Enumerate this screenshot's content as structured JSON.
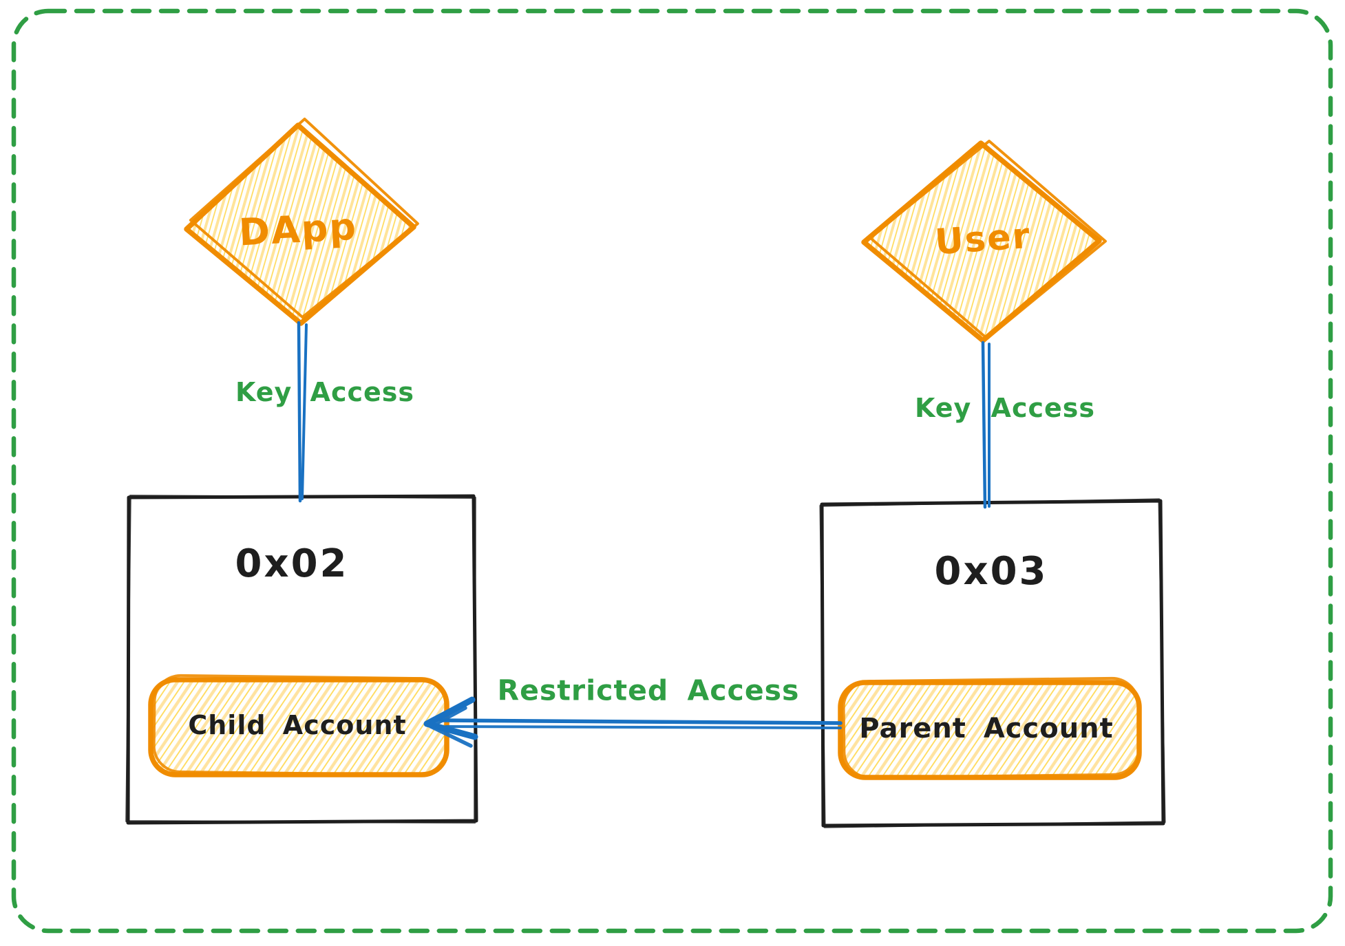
{
  "diagram": {
    "kind": "hand-drawn account-abstraction sketch",
    "nodes": {
      "dapp": {
        "label": "DApp",
        "shape": "diamond"
      },
      "user": {
        "label": "User",
        "shape": "diamond"
      },
      "child_wallet": {
        "address": "0x02",
        "account": "Child Account"
      },
      "parent_wallet": {
        "address": "0x03",
        "account": "Parent Account"
      }
    },
    "edges": {
      "dapp_to_child": {
        "label": "Key Access"
      },
      "user_to_parent": {
        "label": "Key Access"
      },
      "parent_to_child": {
        "label": "Restricted Access",
        "direction": "parent-to-child"
      }
    },
    "colors": {
      "frame_green": "#2f9e44",
      "label_green": "#2f9e44",
      "accent_orange": "#f08c00",
      "hachure_yellow": "#ffd43b",
      "edge_blue": "#1971c2",
      "ink": "#1e1e1e",
      "background": "#ffffff"
    }
  }
}
